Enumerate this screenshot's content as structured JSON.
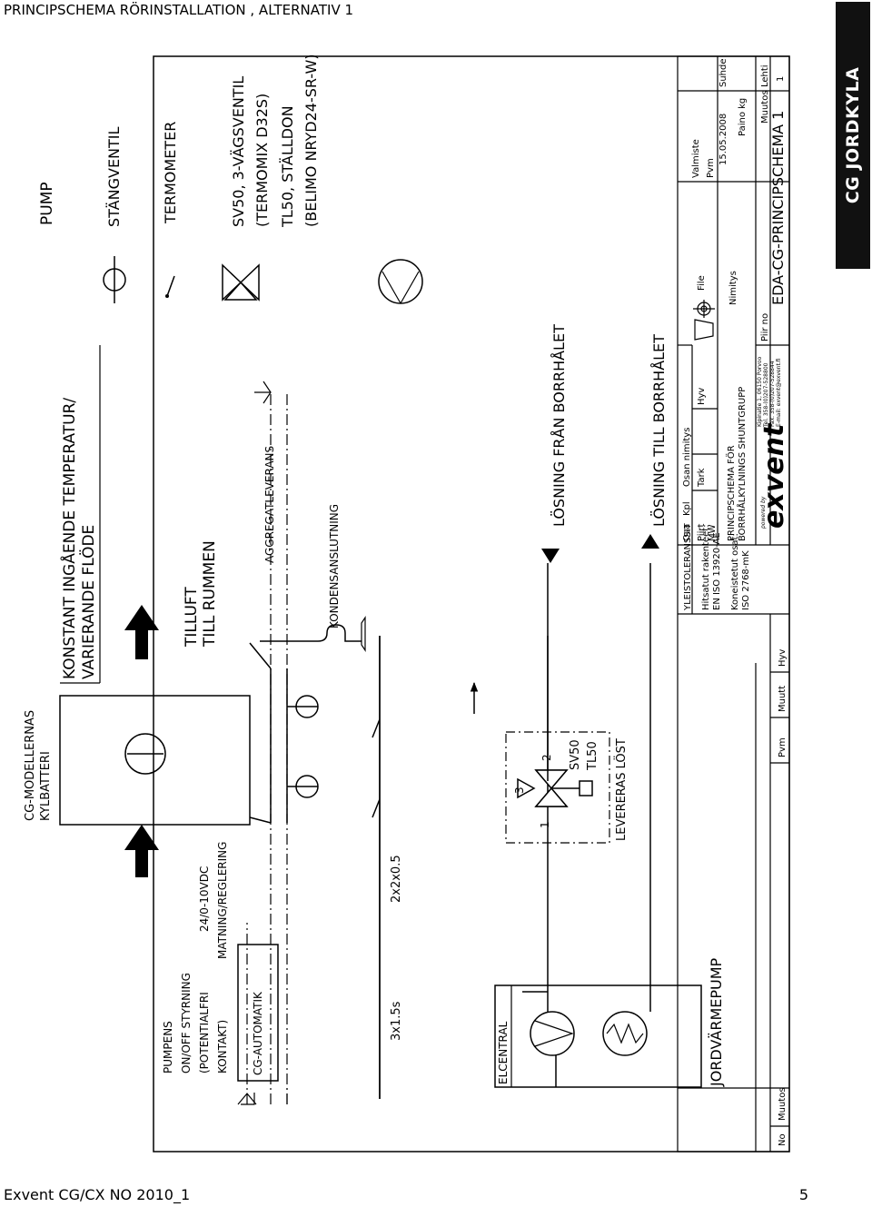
{
  "page": {
    "title": "PRINCIPSCHEMA RÖRINSTALLATION , ALTERNATIV 1",
    "footer_doc": "Exvent CG/CX NO 2010_1",
    "page_number": "5",
    "brand": "CG JORDKYLA"
  },
  "legend": {
    "pump": "PUMP",
    "shutoff_valve": "STÄNGVENTIL",
    "thermometer": "TERMOMETER",
    "valve_1": "SV50, 3-VÄGSVENTIL",
    "valve_2": "(TERMOMIX D32S)",
    "actuator_1": "TL50, STÄLLDON",
    "actuator_2": "(BELIMO NRYD24-SR-W)"
  },
  "labels": {
    "coil_1": "CG-MODELLERNAS",
    "coil_2": "KYLBATTERI",
    "constant_1": "KONSTANT INGÅENDE TEMPERATUR/",
    "constant_2": "VARIERANDE FLÖDE",
    "supply_1": "TILLUFT",
    "supply_2": "TILL RUMMEN",
    "aggregate": "AGGREGATLEVERANS",
    "condensate": "KONDENSANSLUTNING",
    "from_borehole": "LÖSNING FRÅN BORRHÅLET",
    "to_borehole": "LÖSNING TILL BORRHÅLET",
    "pump_ctrl_1": "PUMPENS",
    "pump_ctrl_2": "ON/OFF STYRNING",
    "pump_ctrl_3": "(POTENTIALFRI",
    "pump_ctrl_4": "KONTAKT)",
    "voltage_1": "24/0-10VDC",
    "voltage_2": "MATNING/REGLERING",
    "automation": "CG-AUTOMATIK",
    "cable_1": "3x1.5s",
    "cable_2": "2x2x0.5",
    "elcentral": "ELCENTRAL",
    "heatpump": "JORDVÄRMEPUMP",
    "valve_tag": "SV50",
    "actuator_tag": "TL50",
    "delivered_loose": "LEVERERAS LÖST",
    "port_1": "1",
    "port_2": "2",
    "port_3": "3"
  },
  "titleblock": {
    "no": "No",
    "muutos": "Muutos",
    "pvm": "Pvm",
    "muutt": "Muutt",
    "hyv": "Hyv",
    "tolerance": "YLEISTOLERANSSIT",
    "tol_std_1": "Hitsatut rakenteet:",
    "tol_std_2": "EN ISO 13920-AE",
    "tol_std_3": "Koneistetut osat:",
    "tol_std_4": "ISO 2768-mK",
    "osa": "Osa",
    "kpl": "Kpl",
    "osan_nimitys": "Osan nimitys",
    "piirt": "Piirt",
    "piirt_val": "MW",
    "tark": "Tark",
    "hyv2": "Hyv",
    "file": "File",
    "valmiste": "Valmiste",
    "pvm2": "Pvm",
    "date": "15.05.2008",
    "suhde": "Suhde",
    "name_1": "PRINCIPSCHEMA FÖR",
    "name_2": "BORRHÅLKYLNINGS SHUNTGRUPP",
    "nimitys": "Nimitys",
    "paino": "Paino kg",
    "powered_by": "powered by",
    "company": "exvent",
    "addr_1": "Kipinatie 1, 06150 Porvoo",
    "addr_2": "Tel. 358-(0)207-528800",
    "addr_3": "Fax. 358-(0)207-528844",
    "addr_4": "E-mail: exvent@exvent.fi",
    "piir_no": "Piir no",
    "drawing_no": "EDA-CG-PRINCIPSCHEMA 1",
    "muutos2": "Muutos",
    "lehti": "Lehti",
    "sheet_no": "1"
  }
}
